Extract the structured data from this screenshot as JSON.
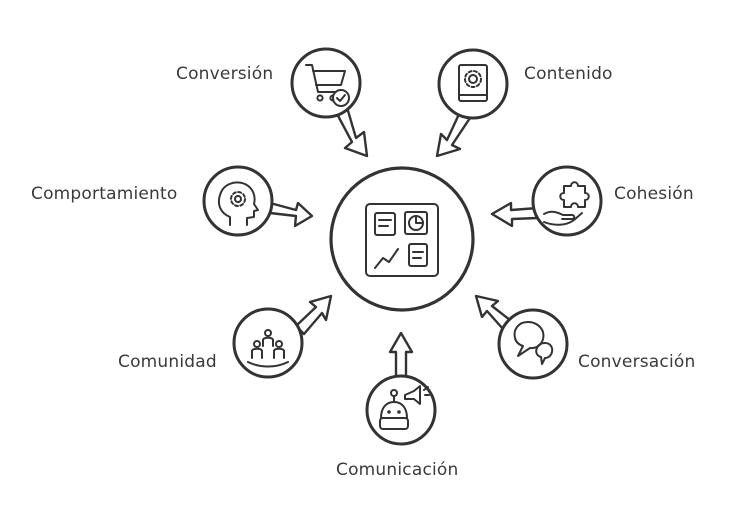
{
  "diagram": {
    "center_icon": "dashboard-icon",
    "nodes": [
      {
        "id": "conversion",
        "label": "Conversión",
        "icon": "shopping-cart-check-icon"
      },
      {
        "id": "contenido",
        "label": "Contenido",
        "icon": "book-gear-icon"
      },
      {
        "id": "comportamiento",
        "label": "Comportamiento",
        "icon": "head-gear-icon"
      },
      {
        "id": "cohesion",
        "label": "Cohesión",
        "icon": "puzzle-hand-icon"
      },
      {
        "id": "comunidad",
        "label": "Comunidad",
        "icon": "people-group-icon"
      },
      {
        "id": "conversacion",
        "label": "Conversación",
        "icon": "speech-bubbles-icon"
      },
      {
        "id": "comunicacion",
        "label": "Comunicación",
        "icon": "robot-megaphone-icon"
      }
    ],
    "colors": {
      "stroke": "#333333",
      "text": "#3a3a3a",
      "background": "#ffffff"
    }
  }
}
